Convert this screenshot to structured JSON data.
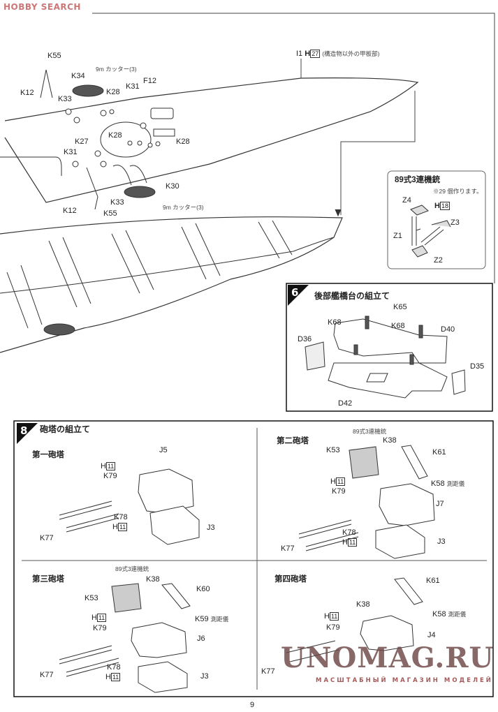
{
  "watermark_top": "HOBBY SEARCH",
  "top": {
    "deck_label": {
      "part": "I1",
      "paint_prefix": "H",
      "paint_no": "27",
      "note": "(構造物以外の甲板部)"
    },
    "labels": {
      "k55_a": "K55",
      "cutter_a": "9m カッター(3)",
      "k34": "K34",
      "k12_a": "K12",
      "k33_a": "K33",
      "k28_a": "K28",
      "k31_a": "K31",
      "f12": "F12",
      "k28_b": "K28",
      "k27": "K27",
      "k28_c": "K28",
      "k31_b": "K31",
      "k30": "K30",
      "k33_b": "K33",
      "cutter_b": "9m カッター(3)",
      "k12_b": "K12",
      "k55_b": "K55"
    },
    "inset": {
      "title": "89式3連機銃",
      "note": "※29 個作ります。",
      "z4": "Z4",
      "paint_prefix": "H",
      "paint_no": "18",
      "z3": "Z3",
      "z1": "Z1",
      "z2": "Z2"
    }
  },
  "step6": {
    "number": "6",
    "title": "後部艦橋台の組立て",
    "labels": {
      "k65": "K65",
      "k68_a": "K68",
      "k68_b": "K68",
      "d40": "D40",
      "d36": "D36",
      "d35": "D35",
      "d42": "D42"
    }
  },
  "step8": {
    "number": "8",
    "title": "砲塔の組立て",
    "turret1": {
      "title": "第一砲塔",
      "j5": "J5",
      "h_a": "H",
      "h_a_no": "11",
      "k79": "K79",
      "k78": "K78",
      "h_b": "H",
      "h_b_no": "11",
      "k77": "K77",
      "j3": "J3"
    },
    "turret2": {
      "title": "第二砲塔",
      "aa": "89式3連機銃",
      "k53": "K53",
      "k38": "K38",
      "k61": "K61",
      "h_a": "H",
      "h_a_no": "11",
      "k79": "K79",
      "k58": "K58",
      "k58_note": "測距儀",
      "j7": "J7",
      "k77": "K77",
      "k78": "K78",
      "h_b": "H",
      "h_b_no": "11",
      "j3": "J3"
    },
    "turret3": {
      "title": "第三砲塔",
      "aa": "89式3連機銃",
      "k53": "K53",
      "k38": "K38",
      "k60": "K60",
      "h_a": "H",
      "h_a_no": "11",
      "k79": "K79",
      "k59": "K59",
      "k59_note": "測距儀",
      "j6": "J6",
      "k77": "K77",
      "k78": "K78",
      "h_b": "H",
      "h_b_no": "11",
      "j3": "J3"
    },
    "turret4": {
      "title": "第四砲塔",
      "k61": "K61",
      "k38": "K38",
      "k58": "K58",
      "k58_note": "測距儀",
      "h_a": "H",
      "h_a_no": "11",
      "k79": "K79",
      "j4": "J4",
      "k77": "K77"
    }
  },
  "watermark": {
    "main": "UNOMAG.RU",
    "sub": "МАСШТАБНЫЙ МАГАЗИН МОДЕЛЕЙ"
  },
  "page_number": "9"
}
